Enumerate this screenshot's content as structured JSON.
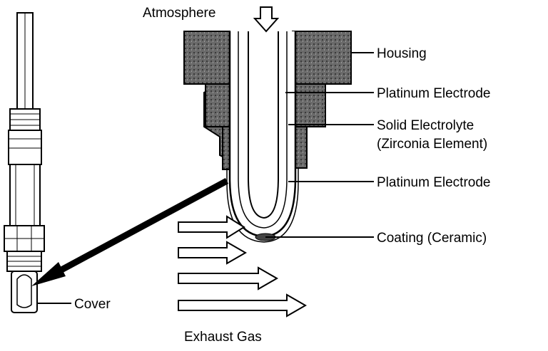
{
  "labels": {
    "atmosphere": "Atmosphere",
    "housing": "Housing",
    "platinum_electrode_inner": "Platinum Electrode",
    "solid_electrolyte_line1": "Solid Electrolyte",
    "solid_electrolyte_line2": "(Zirconia Element)",
    "platinum_electrode_outer": "Platinum Electrode",
    "coating": "Coating (Ceramic)",
    "cover": "Cover",
    "exhaust_gas": "Exhaust Gas"
  },
  "colors": {
    "ink": "#000000",
    "housing_fill": "#5a5a5a",
    "background": "#ffffff"
  }
}
